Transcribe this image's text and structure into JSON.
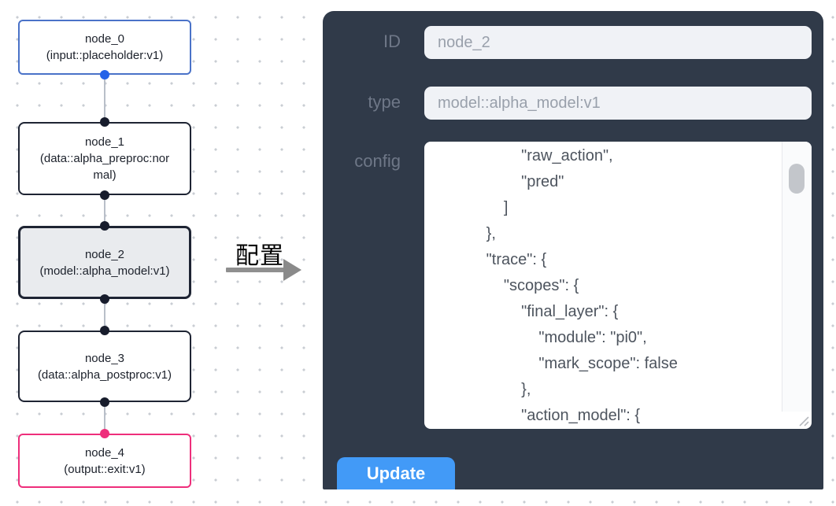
{
  "flow": {
    "nodes": [
      {
        "id": "node_0",
        "label": "node_0",
        "type_line": "(input::placeholder:v1)",
        "state": "input"
      },
      {
        "id": "node_1",
        "label": "node_1",
        "type_line": "(data::alpha_preproc:normal)",
        "state": "default"
      },
      {
        "id": "node_2",
        "label": "node_2",
        "type_line": "(model::alpha_model:v1)",
        "state": "selected"
      },
      {
        "id": "node_3",
        "label": "node_3",
        "type_line": "(data::alpha_postproc:v1)",
        "state": "default"
      },
      {
        "id": "node_4",
        "label": "node_4",
        "type_line": "(output::exit:v1)",
        "state": "output"
      }
    ],
    "colors": {
      "input_border": "#4a72c8",
      "default_border": "#1e2433",
      "output_border": "#ee2e7b",
      "input_handle": "#2563e8",
      "output_handle": "#ee2e7b",
      "selected_bg": "#e9ebee",
      "edge": "#b9bfc9"
    }
  },
  "transfer": {
    "label": "配置"
  },
  "panel": {
    "bg": "#303a49",
    "accent": "#429af7",
    "fields": {
      "id": {
        "label": "ID",
        "value": "node_2"
      },
      "type": {
        "label": "type",
        "value": "model::alpha_model:v1"
      }
    },
    "config": {
      "label": "config",
      "lines": [
        "                    \"raw_action\",",
        "                    \"pred\"",
        "                ]",
        "            },",
        "            \"trace\": {",
        "                \"scopes\": {",
        "                    \"final_layer\": {",
        "                        \"module\": \"pi0\",",
        "                        \"mark_scope\": false",
        "                    },",
        "                    \"action_model\": {"
      ]
    },
    "update_label": "Update"
  }
}
